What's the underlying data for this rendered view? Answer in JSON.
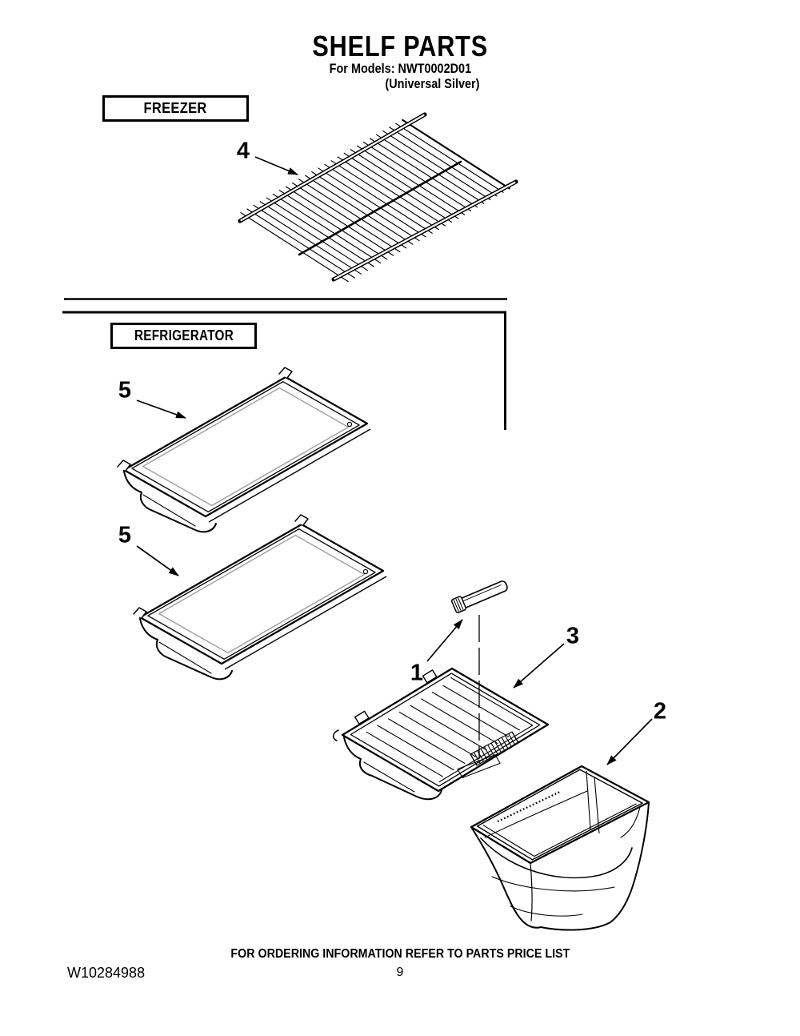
{
  "page_header": {
    "title": "SHELF PARTS",
    "models_line": "For Models: NWT0002D01",
    "finish_line": "(Universal Silver)"
  },
  "section_labels": {
    "freezer": "FREEZER",
    "refrigerator": "REFRIGERATOR"
  },
  "callouts": [
    {
      "label": "4"
    },
    {
      "label": "5"
    },
    {
      "label": "5"
    },
    {
      "label": "1"
    },
    {
      "label": "3"
    },
    {
      "label": "2"
    }
  ],
  "footer": {
    "ordering_note": "FOR ORDERING INFORMATION REFER TO PARTS PRICE LIST",
    "document_number": "W10284988",
    "page_number": "9"
  },
  "colors": {
    "ink": "#000000",
    "glass_edge": "#9e9e9e",
    "background": "#ffffff"
  }
}
